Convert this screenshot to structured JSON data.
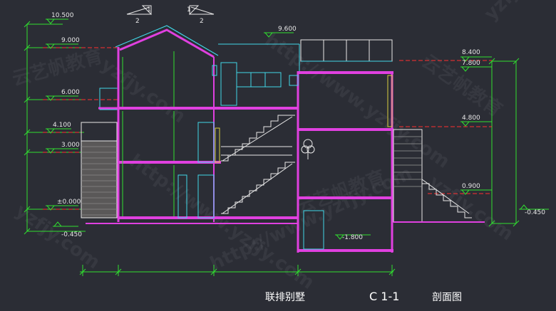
{
  "colors": {
    "background": "#2b2d35",
    "wall": "#e040e0",
    "outline": "#40d8e8",
    "dimension": "#30e030",
    "stair": "#e8e8e8",
    "level_line": "#ff3030",
    "column": "#d8d040"
  },
  "title": {
    "name": "联排别墅",
    "section_id": "C 1-1",
    "drawing_type": "剖面图"
  },
  "section_markers": [
    {
      "num": "1",
      "den": "2"
    },
    {
      "num": "1",
      "den": "2"
    }
  ],
  "left_levels": [
    "10.500",
    "9.000",
    "6.000",
    "4.100",
    "3.000",
    "±0.000",
    "-0.450"
  ],
  "right_levels": [
    "8.400",
    "7.800",
    "4.800",
    "0.900",
    "-0.450"
  ],
  "inner_levels": [
    "9.600",
    "-1.800"
  ],
  "watermarks": [
    "yzfjy.com",
    "http://www.yzfjy.com",
    "云艺帆教育"
  ]
}
